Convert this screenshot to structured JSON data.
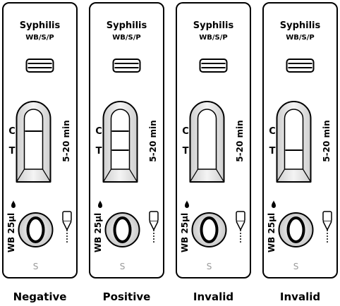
{
  "cassettes": [
    {
      "title": "Syphilis",
      "subtitle": "WB/S/P",
      "control_label": "C",
      "test_label": "T",
      "time_label": "5-20 min",
      "sample_label": "WB 25µl",
      "well_letter": "S",
      "result": "Negative",
      "control_line": true,
      "test_line": false
    },
    {
      "title": "Syphilis",
      "subtitle": "WB/S/P",
      "control_label": "C",
      "test_label": "T",
      "time_label": "5-20 min",
      "sample_label": "WB 25µl",
      "well_letter": "S",
      "result": "Positive",
      "control_line": true,
      "test_line": true
    },
    {
      "title": "Syphilis",
      "subtitle": "WB/S/P",
      "control_label": "C",
      "test_label": "T",
      "time_label": "5-20 min",
      "sample_label": "WB 25µl",
      "well_letter": "S",
      "result": "Invalid",
      "control_line": false,
      "test_line": false
    },
    {
      "title": "Syphilis",
      "subtitle": "WB/S/P",
      "control_label": "C",
      "test_label": "T",
      "time_label": "5-20 min",
      "sample_label": "WB 25µl",
      "well_letter": "S",
      "result": "Invalid",
      "control_line": false,
      "test_line": true
    }
  ],
  "colors": {
    "outline": "#000000",
    "window_fill": "#e6e6e6",
    "window_inner": "#ffffff",
    "well_fill": "#d9d9d9",
    "well_letter": "#999999"
  }
}
